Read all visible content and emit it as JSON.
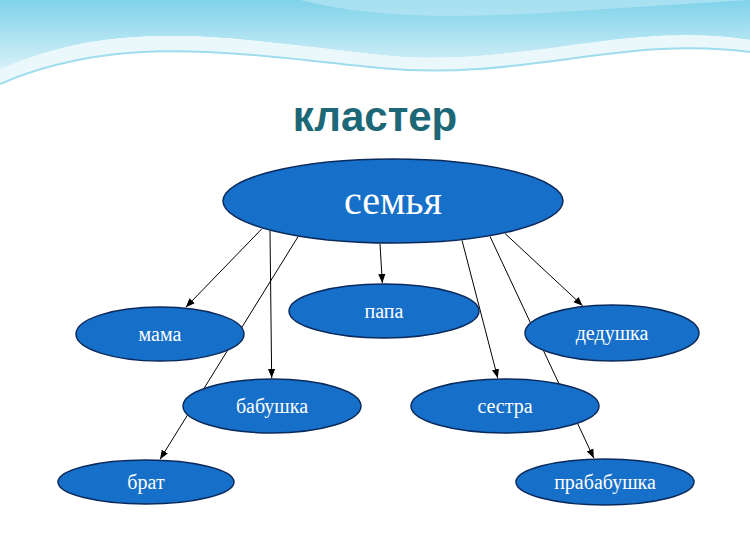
{
  "diagram": {
    "title": "кластер",
    "nodes": [
      {
        "text": [
          "семья"
        ]
      },
      {
        "text": [
          "мама"
        ]
      },
      {
        "text": [
          "папа"
        ]
      },
      {
        "text": [
          "дедушка"
        ]
      },
      {
        "text": [
          "бабушка"
        ]
      },
      {
        "text": [
          "сестра"
        ]
      },
      {
        "text": [
          "брат"
        ]
      },
      {
        "text": [
          "прабабушка"
        ]
      }
    ],
    "edges": [
      {
        "from": 0,
        "to": 1,
        "arrow": "to"
      },
      {
        "from": 0,
        "to": 2,
        "arrow": "to"
      },
      {
        "from": 0,
        "to": 3,
        "arrow": "to"
      },
      {
        "from": 0,
        "to": 4,
        "arrow": "to"
      },
      {
        "from": 0,
        "to": 5,
        "arrow": "to"
      },
      {
        "from": 0,
        "to": 6,
        "arrow": "to"
      },
      {
        "from": 0,
        "to": 7,
        "arrow": "to"
      }
    ]
  }
}
